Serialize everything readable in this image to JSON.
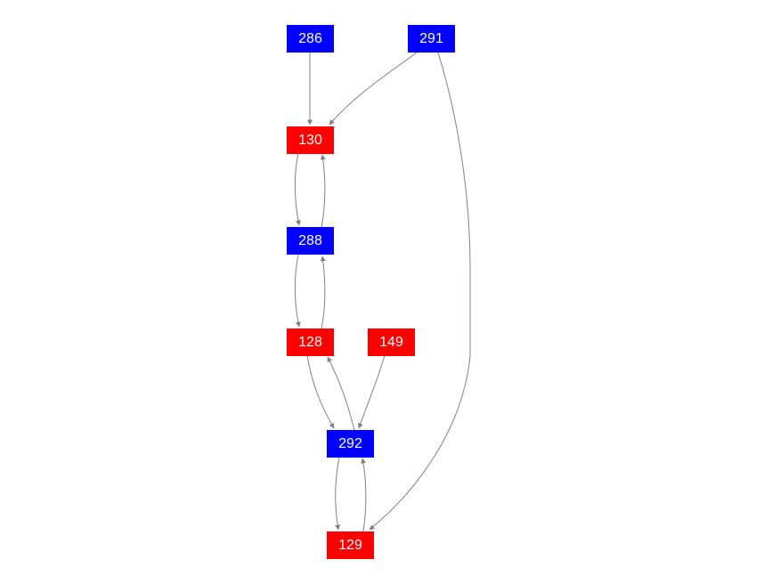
{
  "colors": {
    "blue": "#0000ff",
    "red": "#ff0000",
    "edge": "#808080"
  },
  "nodes": [
    {
      "id": "286",
      "label": "286",
      "color": "#0000ff"
    },
    {
      "id": "291",
      "label": "291",
      "color": "#0000ff"
    },
    {
      "id": "130",
      "label": "130",
      "color": "#ff0000"
    },
    {
      "id": "288",
      "label": "288",
      "color": "#0000ff"
    },
    {
      "id": "128",
      "label": "128",
      "color": "#ff0000"
    },
    {
      "id": "149",
      "label": "149",
      "color": "#ff0000"
    },
    {
      "id": "292",
      "label": "292",
      "color": "#0000ff"
    },
    {
      "id": "129",
      "label": "129",
      "color": "#ff0000"
    }
  ],
  "edges": [
    {
      "from": "286",
      "to": "130"
    },
    {
      "from": "291",
      "to": "130"
    },
    {
      "from": "291",
      "to": "129"
    },
    {
      "from": "130",
      "to": "288"
    },
    {
      "from": "288",
      "to": "130"
    },
    {
      "from": "288",
      "to": "128"
    },
    {
      "from": "128",
      "to": "288"
    },
    {
      "from": "128",
      "to": "292"
    },
    {
      "from": "292",
      "to": "128"
    },
    {
      "from": "149",
      "to": "292"
    },
    {
      "from": "292",
      "to": "129"
    },
    {
      "from": "129",
      "to": "292"
    }
  ]
}
